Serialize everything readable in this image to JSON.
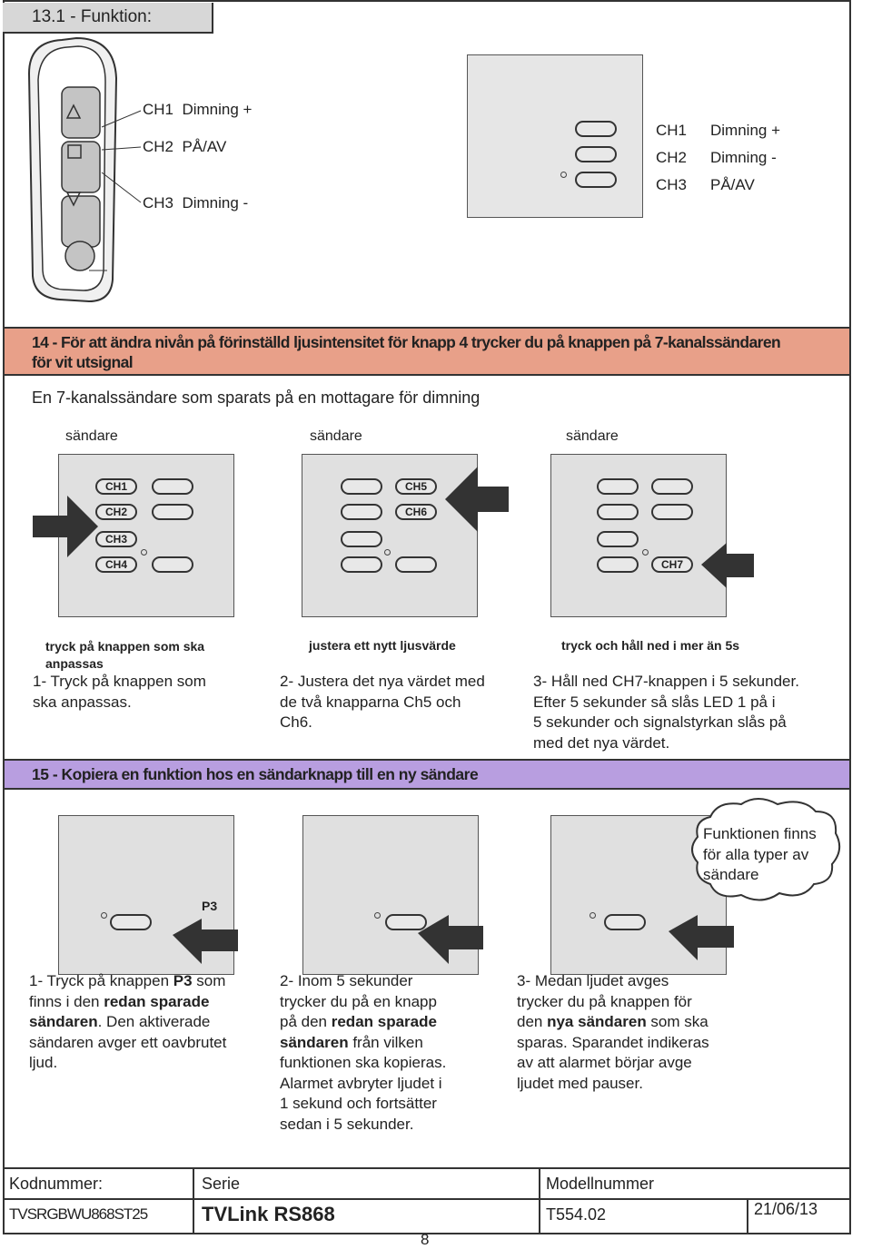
{
  "section_13": {
    "title": "13.1 - Funktion:",
    "remote_labels": [
      {
        "ch": "CH1",
        "fn": "Dimning +"
      },
      {
        "ch": "CH2",
        "fn": "PÅ/AV"
      },
      {
        "ch": "CH3",
        "fn": "Dimning -"
      }
    ],
    "switch_labels": [
      {
        "ch": "CH1",
        "fn": "Dimning +"
      },
      {
        "ch": "CH2",
        "fn": "Dimning -"
      },
      {
        "ch": "CH3",
        "fn": "PÅ/AV"
      }
    ]
  },
  "section_14": {
    "banner_line1": "14 - För att ändra nivån på förinställd ljusintensitet för knapp 4 trycker du på knappen på 7-kanalssändaren",
    "banner_line2": "för vit utsignal",
    "subtitle": "En 7-kanalssändare som sparats på en mottagare för dimning",
    "panel_titles": [
      "sändare",
      "sändare",
      "sändare"
    ],
    "panel1_buttons": [
      "CH1",
      "CH2",
      "CH3",
      "CH4"
    ],
    "panel2_buttons": [
      "CH5",
      "CH6"
    ],
    "panel3_buttons": [
      "CH7"
    ],
    "captions": [
      "tryck på knappen som ska anpassas",
      "justera ett nytt ljusvärde",
      "tryck och håll ned i mer än 5s"
    ],
    "steps": [
      [
        "1- Tryck på knappen som",
        "ska anpassas."
      ],
      [
        "2- Justera det nya värdet med",
        "de två knapparna Ch5 och",
        "Ch6."
      ],
      [
        "3- Håll ned CH7-knappen i 5 sekunder.",
        "Efter 5 sekunder så slås LED 1 på i",
        "5 sekunder och signalstyrkan slås på",
        "med det nya värdet."
      ]
    ]
  },
  "section_15": {
    "banner": "15 - Kopiera en funktion hos en sändarknapp till en ny sändare",
    "p3_label": "P3",
    "cloud_text": [
      "Funktionen finns",
      "för alla typer av",
      "sändare"
    ],
    "step1": {
      "l1a": "1- Tryck på knappen ",
      "l1b": "P3",
      "l1c": " som",
      "l2a": "finns i den ",
      "l2b": "redan sparade",
      "l3a": "sändaren",
      "l3b": ". Den aktiverade",
      "l4": "sändaren avger ett oavbrutet",
      "l5": "ljud."
    },
    "step2": {
      "l1": "2- Inom 5 sekunder",
      "l2": "trycker du på en knapp",
      "l3a": "på den ",
      "l3b": "redan sparade",
      "l4a": "sändaren",
      "l4b": " från  vilken",
      "l5": "funktionen ska kopieras.",
      "l6": "Alarmet avbryter ljudet i",
      "l7": "1 sekund och fortsätter",
      "l8": "sedan i 5 sekunder."
    },
    "step3": {
      "l1": "3- Medan ljudet avges",
      "l2": "trycker du på knappen för",
      "l3a": "den ",
      "l3b": "nya sändaren",
      "l3c": " som ska",
      "l4": "sparas. Sparandet indikeras",
      "l5": "av att alarmet börjar avge",
      "l6": "ljudet med pauser."
    }
  },
  "footer": {
    "kodnummer_label": "Kodnummer:",
    "serie_label": "Serie",
    "modell_label": "Modellnummer",
    "kodnummer": "TVSRGBWU868ST25",
    "serie": "TVLink  RS868",
    "modell": "T554.02",
    "date": "21/06/13",
    "page": "8"
  },
  "colors": {
    "banner14": "#e8a089",
    "banner15": "#b89ee0",
    "panel": "#e0e0e0"
  }
}
